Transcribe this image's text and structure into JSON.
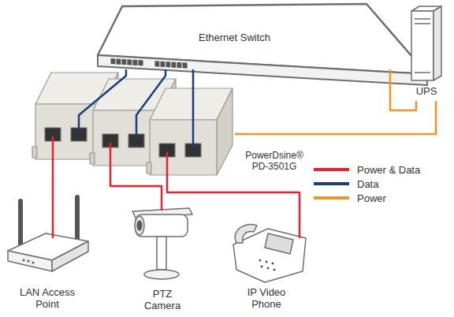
{
  "diagram": {
    "nodes": [
      {
        "text": [
          "Ethernet Switch"
        ]
      },
      {
        "text": [
          "UPS"
        ]
      },
      {
        "text": [
          "PowerDsine® PD-3501G"
        ]
      },
      {
        "text": [
          "LAN Access Point"
        ]
      },
      {
        "text": [
          "PTZ Camera"
        ]
      },
      {
        "text": [
          "IP Video Phone"
        ]
      }
    ],
    "edges": [
      {
        "from": 0,
        "to": 2,
        "arrow": "none"
      },
      {
        "from": 0,
        "to": 2,
        "arrow": "none"
      },
      {
        "from": 0,
        "to": 2,
        "arrow": "none"
      },
      {
        "from": 1,
        "to": 0,
        "arrow": "none"
      },
      {
        "from": 1,
        "to": 2,
        "arrow": "none"
      },
      {
        "from": 2,
        "to": 3,
        "arrow": "none"
      },
      {
        "from": 2,
        "to": 4,
        "arrow": "none"
      },
      {
        "from": 2,
        "to": 5,
        "arrow": "none"
      }
    ],
    "legend": [
      {
        "text": "Power & Data",
        "color": "#e8232e"
      },
      {
        "text": "Data",
        "color": "#1c3f7c"
      },
      {
        "text": "Power",
        "color": "#f39422"
      }
    ]
  }
}
